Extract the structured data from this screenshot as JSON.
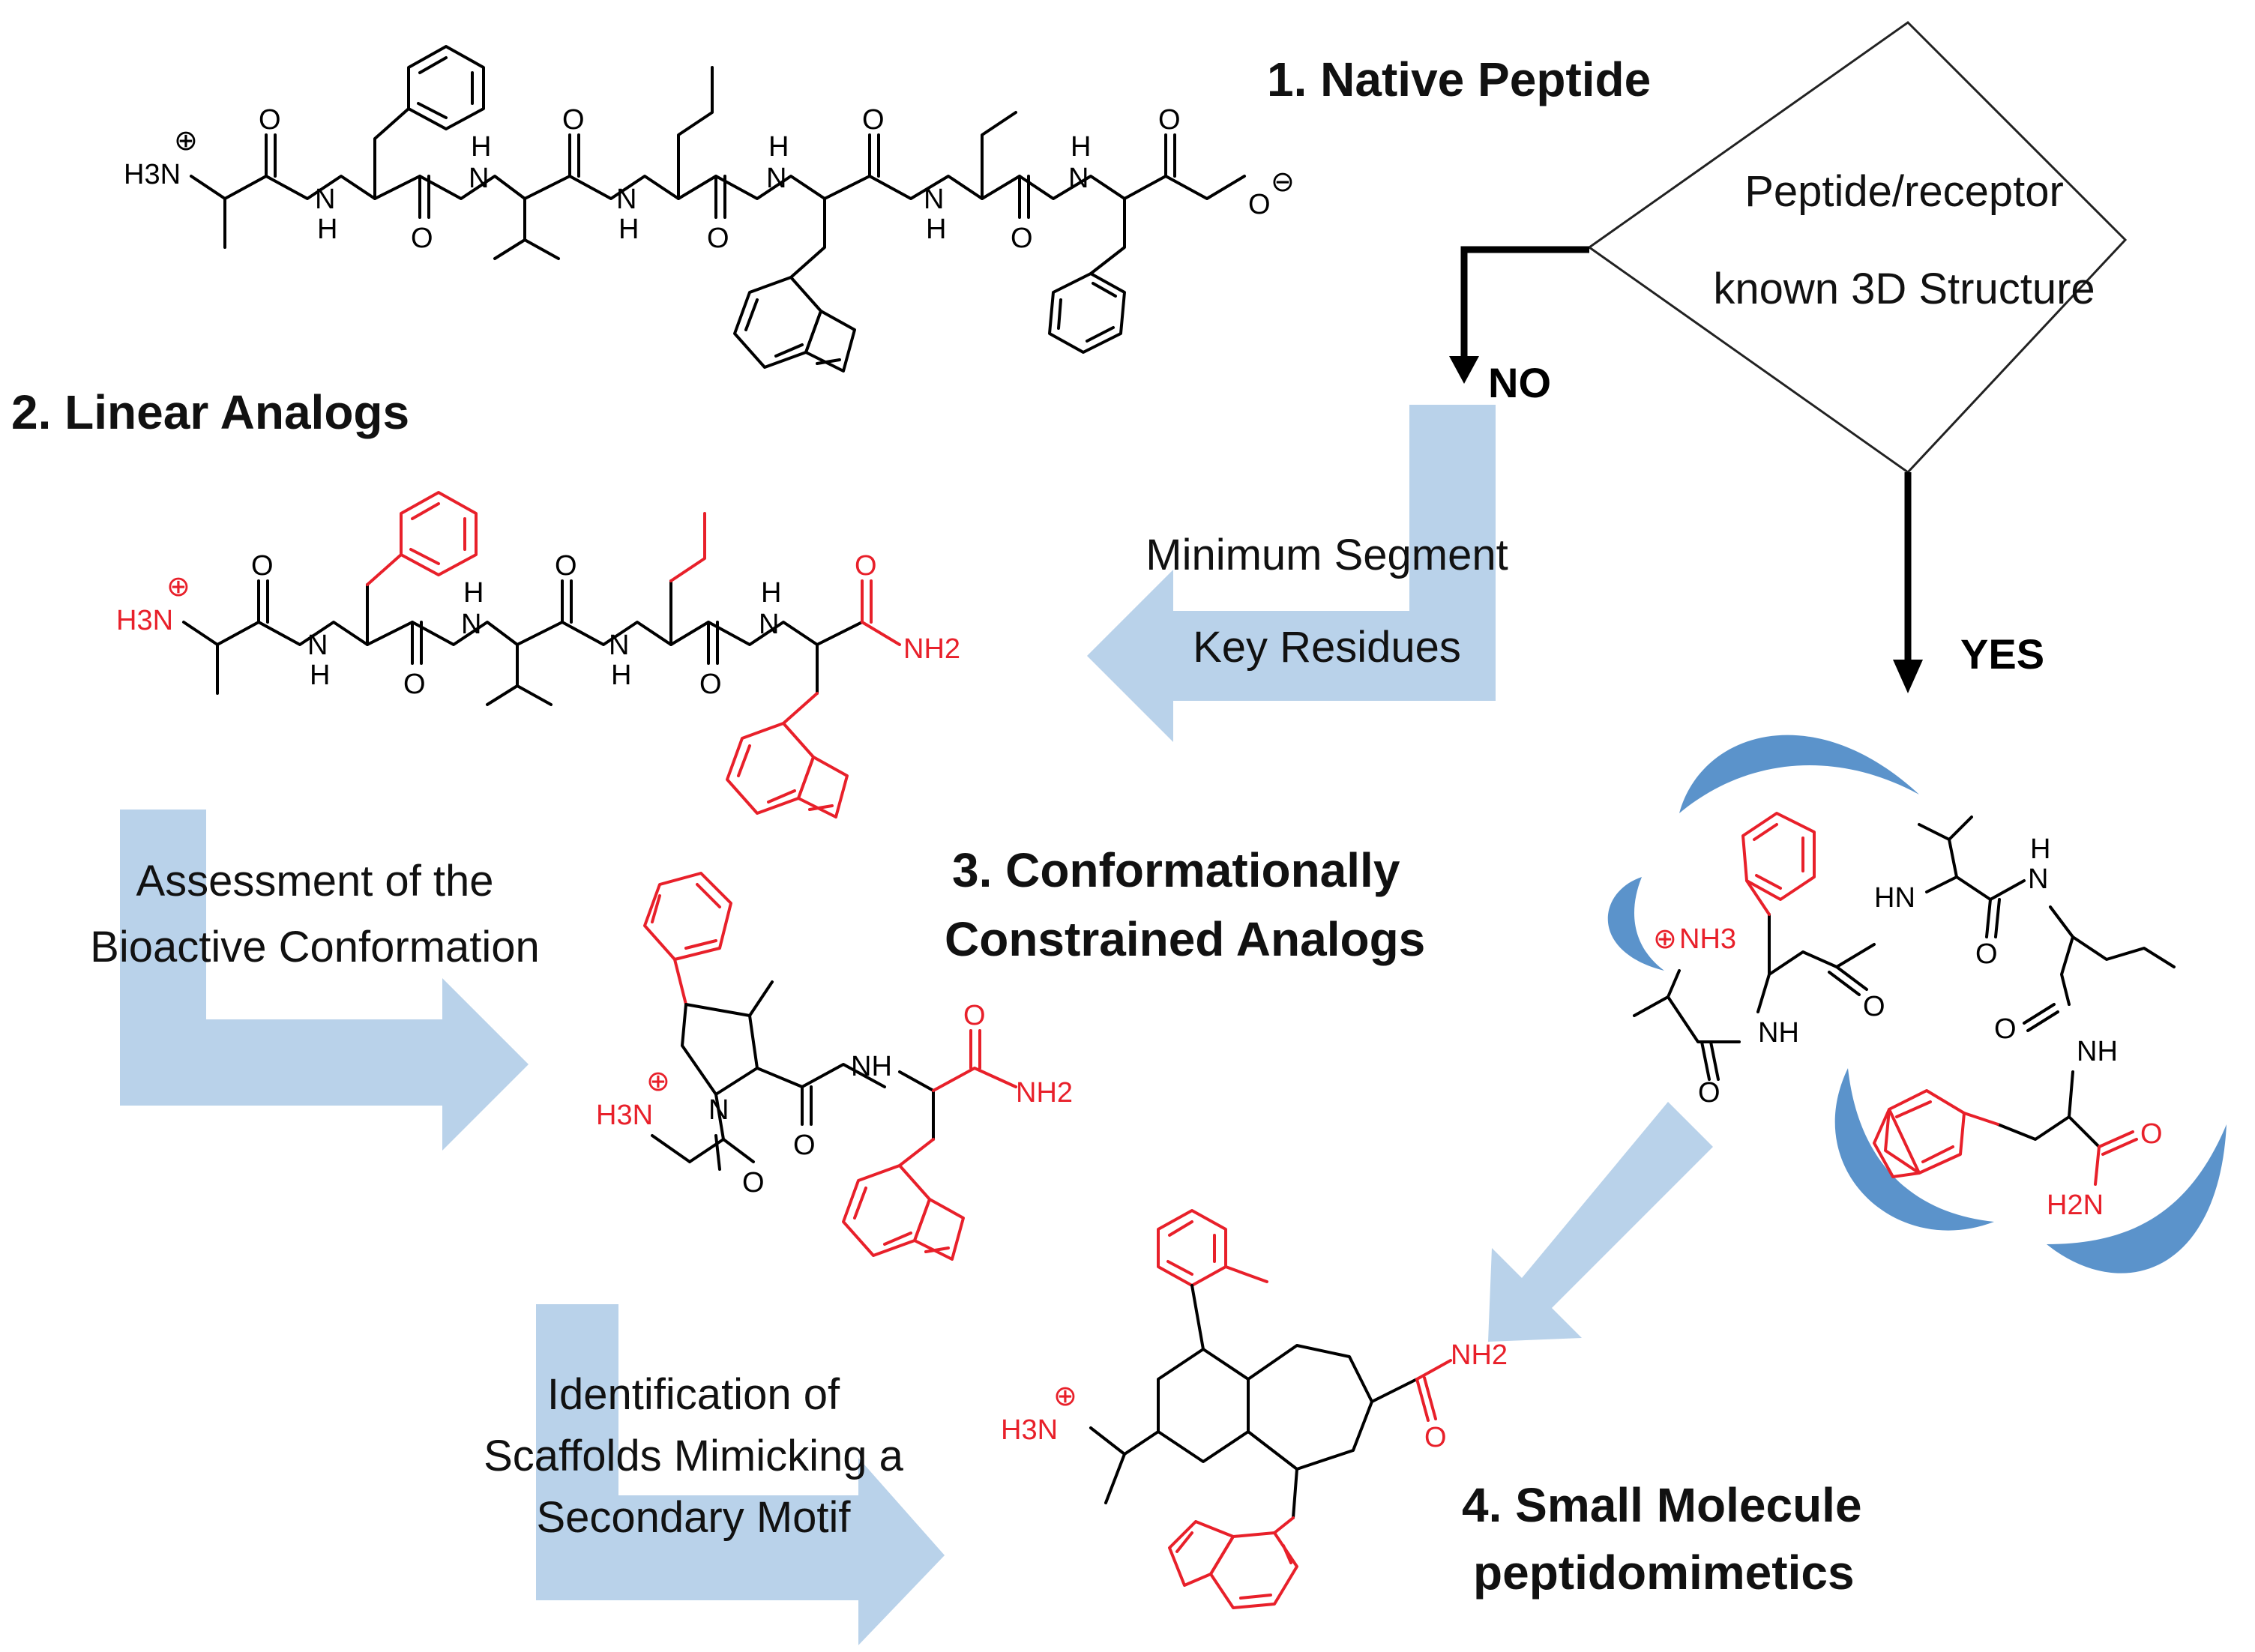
{
  "steps": {
    "native": "1. Native Peptide",
    "linear": "2. Linear Analogs",
    "constrained_line1": "3. Conformationally",
    "constrained_line2": "Constrained Analogs",
    "small_line1": "4. Small Molecule",
    "small_line2": "peptidomimetics"
  },
  "decision": {
    "line1": "Peptide/receptor",
    "line2": "known 3D Structure",
    "no": "NO",
    "yes": "YES"
  },
  "arrows": {
    "minimum_line1": "Minimum Segment",
    "minimum_line2": "Key Residues",
    "assessment_line1": "Assessment of the",
    "assessment_line2": "Bioactive Conformation",
    "identification_line1": "Identification of",
    "identification_line2": "Scaffolds Mimicking a",
    "identification_line3": "Secondary Motif"
  },
  "atoms": {
    "h3n": "H3N",
    "nh3": "NH3",
    "nh2": "NH2",
    "h2n": "H2N",
    "nh": "NH",
    "hn": "HN",
    "n": "N",
    "h": "H",
    "o": "O",
    "plus": "⊕",
    "minus": "⊖"
  },
  "colors": {
    "black": "#000000",
    "red": "#e8202a",
    "arrow_light_blue": "#b9d2ea",
    "receptor_blue": "#5b93cb"
  }
}
